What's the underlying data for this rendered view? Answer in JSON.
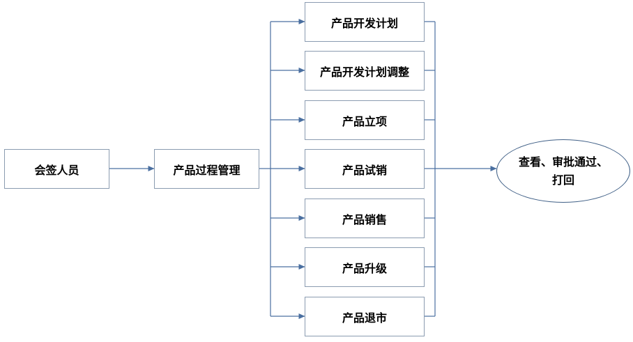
{
  "diagram": {
    "start_node": "会签人员",
    "hub_node": "产品过程管理",
    "stages": [
      "产品开发计划",
      "产品开发计划调整",
      "产品立项",
      "产品试销",
      "产品销售",
      "产品升级",
      "产品退市"
    ],
    "end_node": {
      "line1": "查看、审批通过、",
      "line2": "打回"
    },
    "colors": {
      "connector": "#4a6fa0",
      "box_border": "#8a9bb0",
      "ellipse_border": "#3f5f86"
    }
  }
}
